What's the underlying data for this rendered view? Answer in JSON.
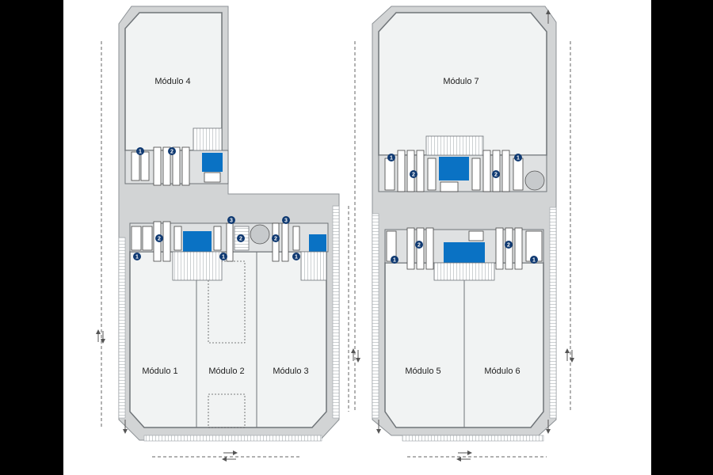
{
  "modules": {
    "m1": "Módulo 1",
    "m2": "Módulo 2",
    "m3": "Módulo 3",
    "m4": "Módulo 4",
    "m5": "Módulo 5",
    "m6": "Módulo 6",
    "m7": "Módulo 7"
  },
  "badge_labels": {
    "one": "1",
    "two": "2",
    "three": "3"
  },
  "colors": {
    "background": "#000000",
    "canvas": "#ffffff",
    "yard": "#d2d4d5",
    "building_fill": "#f1f3f3",
    "walls": "#6f7478",
    "dock_blue": "#0a72c4",
    "badge": "#103a72",
    "equipment": "#ffffff"
  },
  "icons": {
    "vertical_arrow": "double-arrow-vertical-icon",
    "horizontal_arrow": "double-arrow-horizontal-icon",
    "badge": "numbered-circle-icon"
  }
}
